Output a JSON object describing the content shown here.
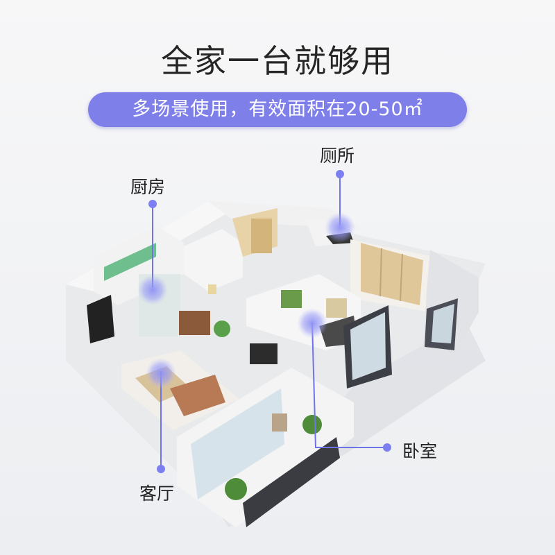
{
  "heading": "全家一台就够用",
  "subheading": "多场景使用，有效面积在20-50㎡",
  "rooms": {
    "kitchen": "厨房",
    "toilet": "厕所",
    "living_room": "客厅",
    "bedroom": "卧室"
  },
  "colors": {
    "pill": "#7f7fe9",
    "marker": "#7b7ff0",
    "line": "#6f73e6"
  }
}
